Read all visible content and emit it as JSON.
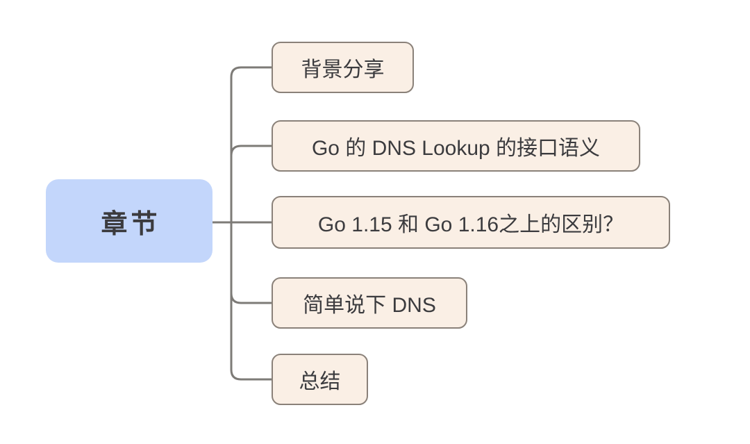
{
  "diagram": {
    "type": "mindmap",
    "root": {
      "label": "章节"
    },
    "children": [
      {
        "label": "背景分享"
      },
      {
        "label": "Go 的 DNS Lookup 的接口语义"
      },
      {
        "label": "Go 1.15 和 Go 1.16之上的区别？"
      },
      {
        "label": "简单说下 DNS"
      },
      {
        "label": "总结"
      }
    ],
    "colors": {
      "canvas": "#FFFFFF",
      "root_fill": "#C3D6FB",
      "child_fill": "#FAEFE5",
      "child_border": "#8A8179",
      "connector": "#7D7B77",
      "text": "#3B3B3E"
    }
  }
}
